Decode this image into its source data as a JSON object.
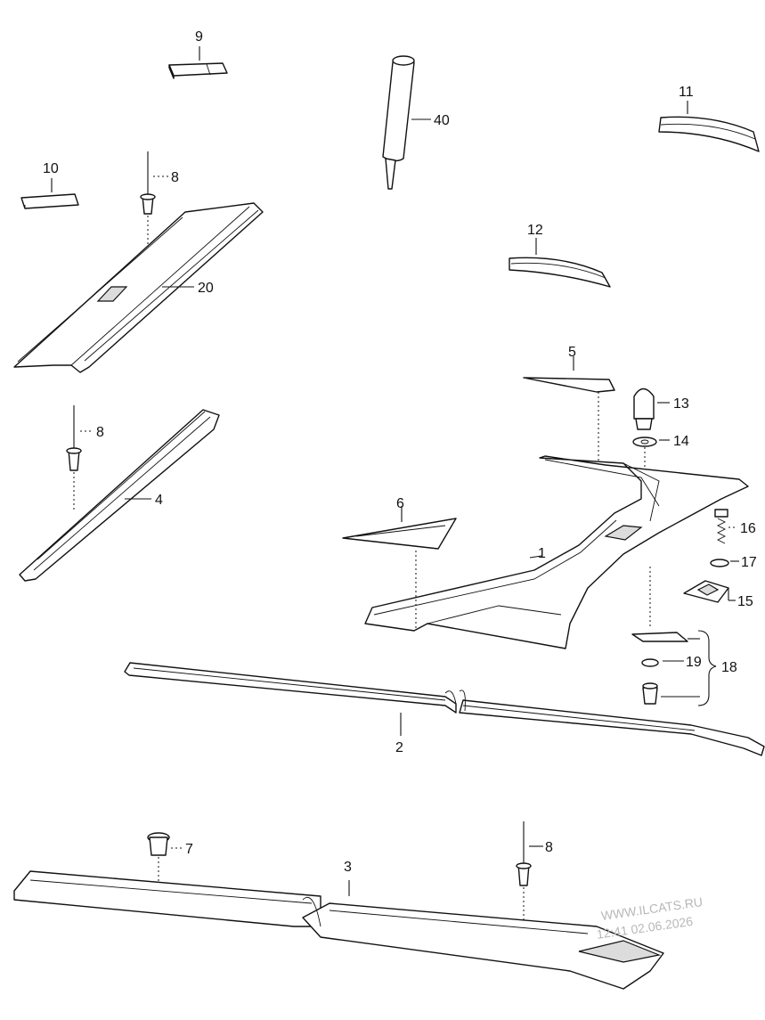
{
  "callouts": {
    "c1": "1",
    "c2": "2",
    "c3": "3",
    "c4": "4",
    "c5": "5",
    "c6": "6",
    "c7": "7",
    "c8a": "8",
    "c8b": "8",
    "c8c": "8",
    "c9": "9",
    "c10": "10",
    "c11": "11",
    "c12": "12",
    "c13": "13",
    "c14": "14",
    "c15": "15",
    "c16": "16",
    "c17": "17",
    "c18": "18",
    "c19": "19",
    "c20": "20",
    "c40": "40"
  },
  "watermark": {
    "site": "WWW.ILCATS.RU",
    "timestamp": "12:41 02.06.2026"
  }
}
